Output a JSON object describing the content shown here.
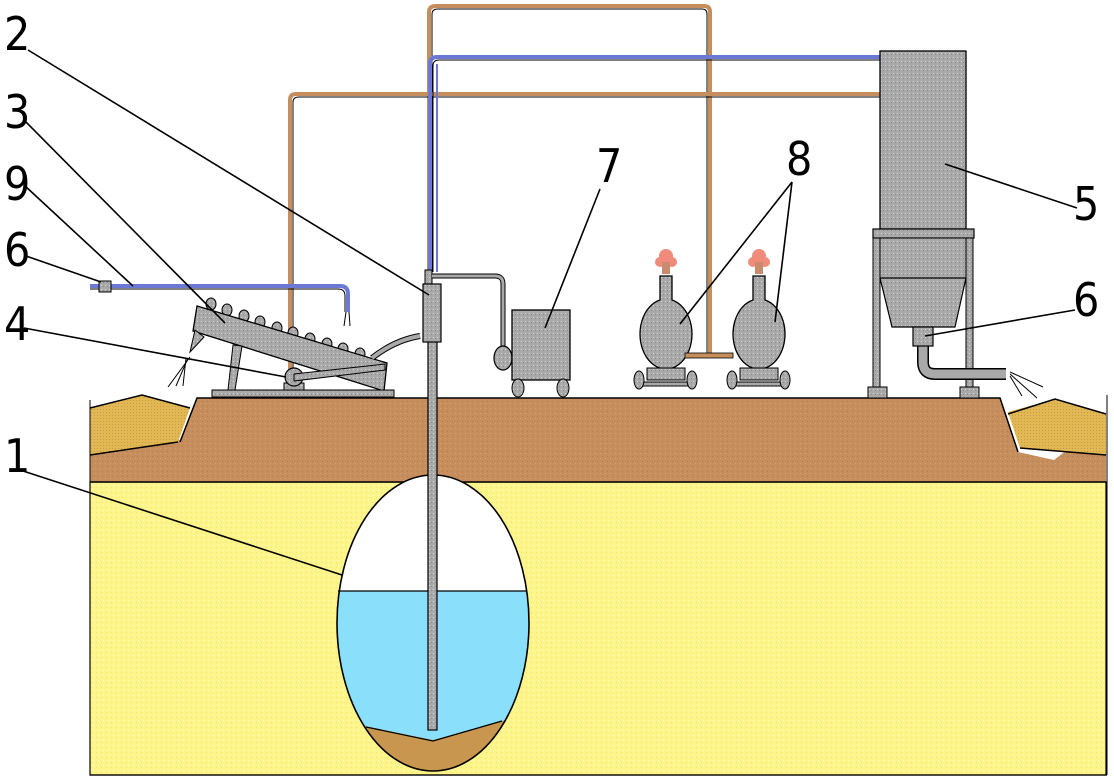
{
  "diagram": {
    "title": "",
    "colors": {
      "background": "#ffffff",
      "topsoil": "#c68e5c",
      "subsoil": "#fdf58a",
      "spoil_pile": "#e2b854",
      "water": "#8ae0fb",
      "sediment": "#c8964e",
      "equipment": "#a9a9a9",
      "pipe_copper": "#c68e5c",
      "pipe_blue": "#6b78d4",
      "flame": "#f08a7a"
    },
    "callouts": [
      {
        "id": "1",
        "label": "1",
        "target": "underground-cavity"
      },
      {
        "id": "2",
        "label": "2",
        "target": "wellhead-unit"
      },
      {
        "id": "3",
        "label": "3",
        "target": "inclined-screw-conveyor"
      },
      {
        "id": "9",
        "label": "9",
        "target": "blue-water-pipe"
      },
      {
        "id": "6a",
        "label": "6",
        "target": "pipe-valve"
      },
      {
        "id": "4",
        "label": "4",
        "target": "conveyor-drive-wheel"
      },
      {
        "id": "7",
        "label": "7",
        "target": "mobile-tank"
      },
      {
        "id": "8",
        "label": "8",
        "target": "gas-burner-units"
      },
      {
        "id": "5",
        "label": "5",
        "target": "storage-silo"
      },
      {
        "id": "6b",
        "label": "6",
        "target": "silo-discharge-valve"
      }
    ]
  }
}
